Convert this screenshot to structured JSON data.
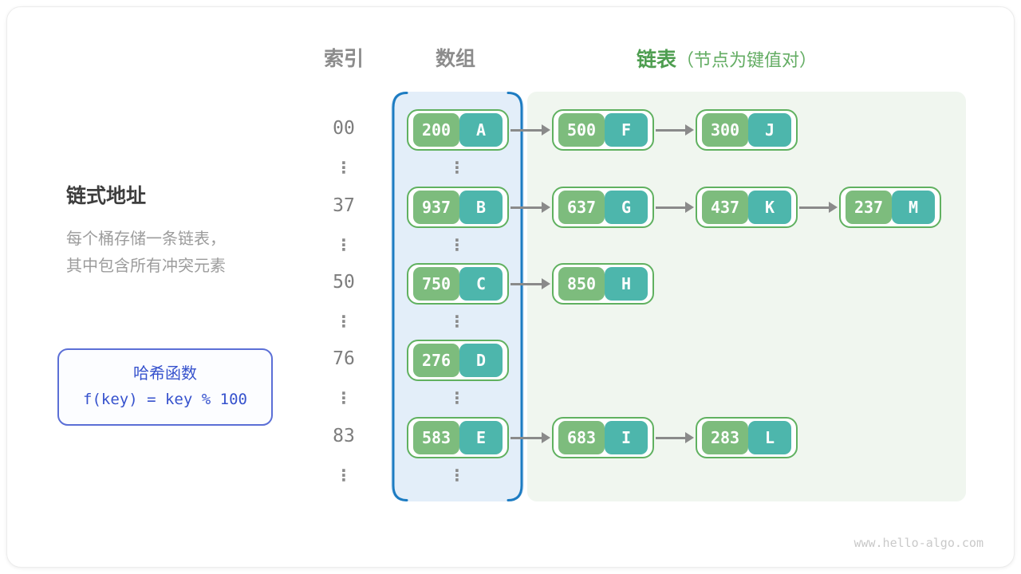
{
  "headers": {
    "index": "索引",
    "array": "数组",
    "list": "链表",
    "list_note": "（节点为键值对）"
  },
  "sidebar": {
    "title": "链式地址",
    "desc_line1": "每个桶存储一条链表，",
    "desc_line2": "其中包含所有冲突元素"
  },
  "hash_box": {
    "title": "哈希函数",
    "formula": "f(key) = key % 100"
  },
  "watermark": "www.hello-algo.com",
  "ellipsis_char": "⋮",
  "rows": [
    {
      "index": "00",
      "chain": [
        {
          "key": "200",
          "val": "A"
        },
        {
          "key": "500",
          "val": "F"
        },
        {
          "key": "300",
          "val": "J"
        }
      ]
    },
    {
      "index": "37",
      "chain": [
        {
          "key": "937",
          "val": "B"
        },
        {
          "key": "637",
          "val": "G"
        },
        {
          "key": "437",
          "val": "K"
        },
        {
          "key": "237",
          "val": "M"
        }
      ]
    },
    {
      "index": "50",
      "chain": [
        {
          "key": "750",
          "val": "C"
        },
        {
          "key": "850",
          "val": "H"
        }
      ]
    },
    {
      "index": "76",
      "chain": [
        {
          "key": "276",
          "val": "D"
        }
      ]
    },
    {
      "index": "83",
      "chain": [
        {
          "key": "583",
          "val": "E"
        },
        {
          "key": "683",
          "val": "I"
        },
        {
          "key": "283",
          "val": "L"
        }
      ]
    }
  ],
  "colors": {
    "key_green": "#7dbc7d",
    "value_teal": "#4db6ac",
    "node_border": "#60b160",
    "array_fill": "#e3eef9",
    "array_border": "#1d7cc2",
    "list_fill": "#f0f6ef",
    "arrow_gray": "#8a8a8a",
    "hash_border": "#5b6fd6",
    "hash_text": "#3652cd",
    "header_gray": "#8c8c8c",
    "header_green": "#4f9e51",
    "header_green_light": "#64ad64",
    "index_gray": "#7d7d7d"
  }
}
